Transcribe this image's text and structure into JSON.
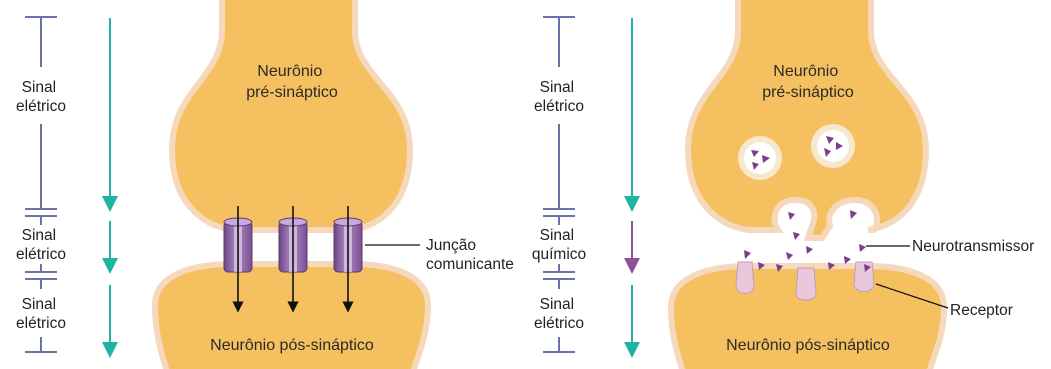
{
  "colors": {
    "neuron_fill": "#f5c05f",
    "neuron_border": "#f6d9bd",
    "electric_arrow": "#1eb3a5",
    "chemical_arrow": "#8f4f9a",
    "scale_bar": "#6a73a8",
    "channel": "#9a6bb0",
    "vesicle_fill": "#ffffff",
    "neurotransmitter": "#7b3f8d",
    "receptor": "#e9c8dc"
  },
  "electrical_synapse": {
    "signal_top": [
      "Sinal",
      "elétrico"
    ],
    "signal_middle": [
      "Sinal",
      "elétrico"
    ],
    "signal_bottom": [
      "Sinal",
      "elétrico"
    ],
    "presynaptic_label": [
      "Neurônio",
      "pré-sináptico"
    ],
    "postsynaptic_label": "Neurônio pós-sináptico",
    "gap_junction_label": [
      "Junção",
      "comunicante"
    ]
  },
  "chemical_synapse": {
    "signal_top": [
      "Sinal",
      "elétrico"
    ],
    "signal_middle": [
      "Sinal",
      "químico"
    ],
    "signal_bottom": [
      "Sinal",
      "elétrico"
    ],
    "presynaptic_label": [
      "Neurônio",
      "pré-sináptico"
    ],
    "postsynaptic_label": "Neurônio pós-sináptico",
    "neurotransmitter_label": "Neurotransmissor",
    "receptor_label": "Receptor"
  }
}
